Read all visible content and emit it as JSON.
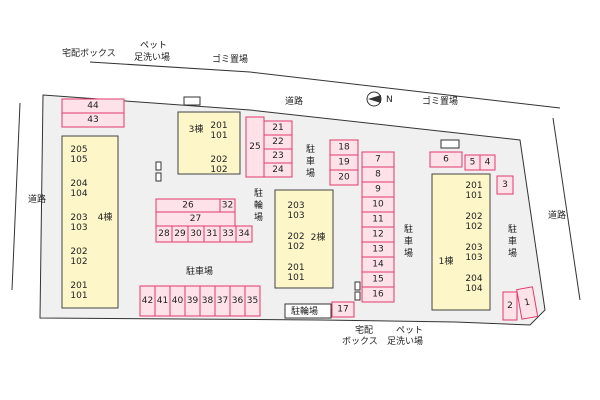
{
  "labels": {
    "road": "道路",
    "parking": "駐車場",
    "garbage": "ゴミ置場",
    "delivery_box": "宅配ボックス",
    "delivery_top": "宅配",
    "delivery_bottom": "ボックス",
    "pet_top": "ペット",
    "pet_bottom": "足洗い場",
    "bicycle": "駐輪場",
    "bicycle_v": "駐輪場",
    "parking_v": "駐車場",
    "compass": "N"
  },
  "buildings": {
    "bldg3": {
      "name": "3棟",
      "units": [
        "201",
        "101",
        "202",
        "102"
      ]
    },
    "bldg4": {
      "name": "4棟",
      "units": [
        "205",
        "105",
        "204",
        "104",
        "203",
        "103",
        "202",
        "102",
        "201",
        "101"
      ]
    },
    "bldg2": {
      "name": "2棟",
      "units": [
        "203",
        "103",
        "202",
        "102",
        "201",
        "101"
      ]
    },
    "bldg1": {
      "name": "1棟",
      "units": [
        "201",
        "101",
        "202",
        "102",
        "203",
        "103",
        "204",
        "104"
      ]
    }
  },
  "slots": {
    "left_top": [
      "44",
      "43"
    ],
    "center_col": [
      "21",
      "22",
      "23",
      "24",
      "25"
    ],
    "mid_col": [
      "18",
      "19",
      "20"
    ],
    "right_col": [
      "7",
      "8",
      "9",
      "10",
      "11",
      "12",
      "13",
      "14",
      "15",
      "16"
    ],
    "slot17": "17",
    "row_top": [
      "26",
      "32",
      "27"
    ],
    "row_mid": [
      "28",
      "29",
      "30",
      "31",
      "33",
      "34"
    ],
    "row_bottom": [
      "42",
      "41",
      "40",
      "39",
      "38",
      "37",
      "36",
      "35"
    ],
    "right_small": [
      "6",
      "5",
      "4",
      "3"
    ],
    "corner": [
      "2",
      "1"
    ]
  }
}
